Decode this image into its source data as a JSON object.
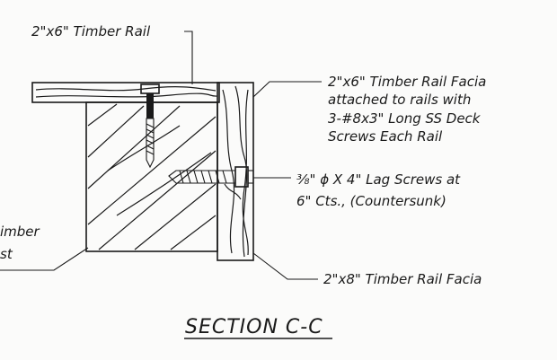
{
  "labels": {
    "top_rail": "2\"x6\" Timber Rail",
    "rail_facia_line1": "2\"x6\" Timber Rail Facia",
    "rail_facia_line2": "attached to rails with",
    "rail_facia_line3": "3-#8x3\" Long SS Deck",
    "rail_facia_line4": "Screws Each Rail",
    "lag_line1": "³⁄₈\" ϕ X 4\" Lag Screws at",
    "lag_line2": "6\" Cts., (Countersunk)",
    "joist_line1": "imber",
    "joist_line2": "st",
    "bottom_facia": "2\"x8\" Timber Rail Facia"
  },
  "title": "SECTION C-C"
}
